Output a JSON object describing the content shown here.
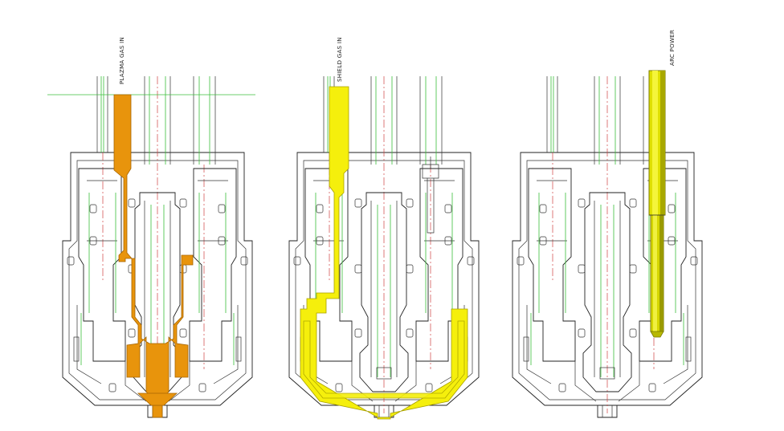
{
  "labels": {
    "plasma": "PLAZMA GAS IN",
    "shield": "SHIELD GAS IN",
    "arc": "ARC POWER"
  },
  "colors": {
    "plasma": "#e8940c",
    "plasma_dark": "#a66400",
    "shield": "#f5ef0c",
    "shield_dark": "#a8a000",
    "arc": "#e0e000",
    "arc_dark": "#7a7a00",
    "line": "#222222",
    "green": "#3cbf3c",
    "center": "#d04040"
  },
  "icons": [
    "plasma-torch-section",
    "gas-channel",
    "electrode-rod"
  ]
}
